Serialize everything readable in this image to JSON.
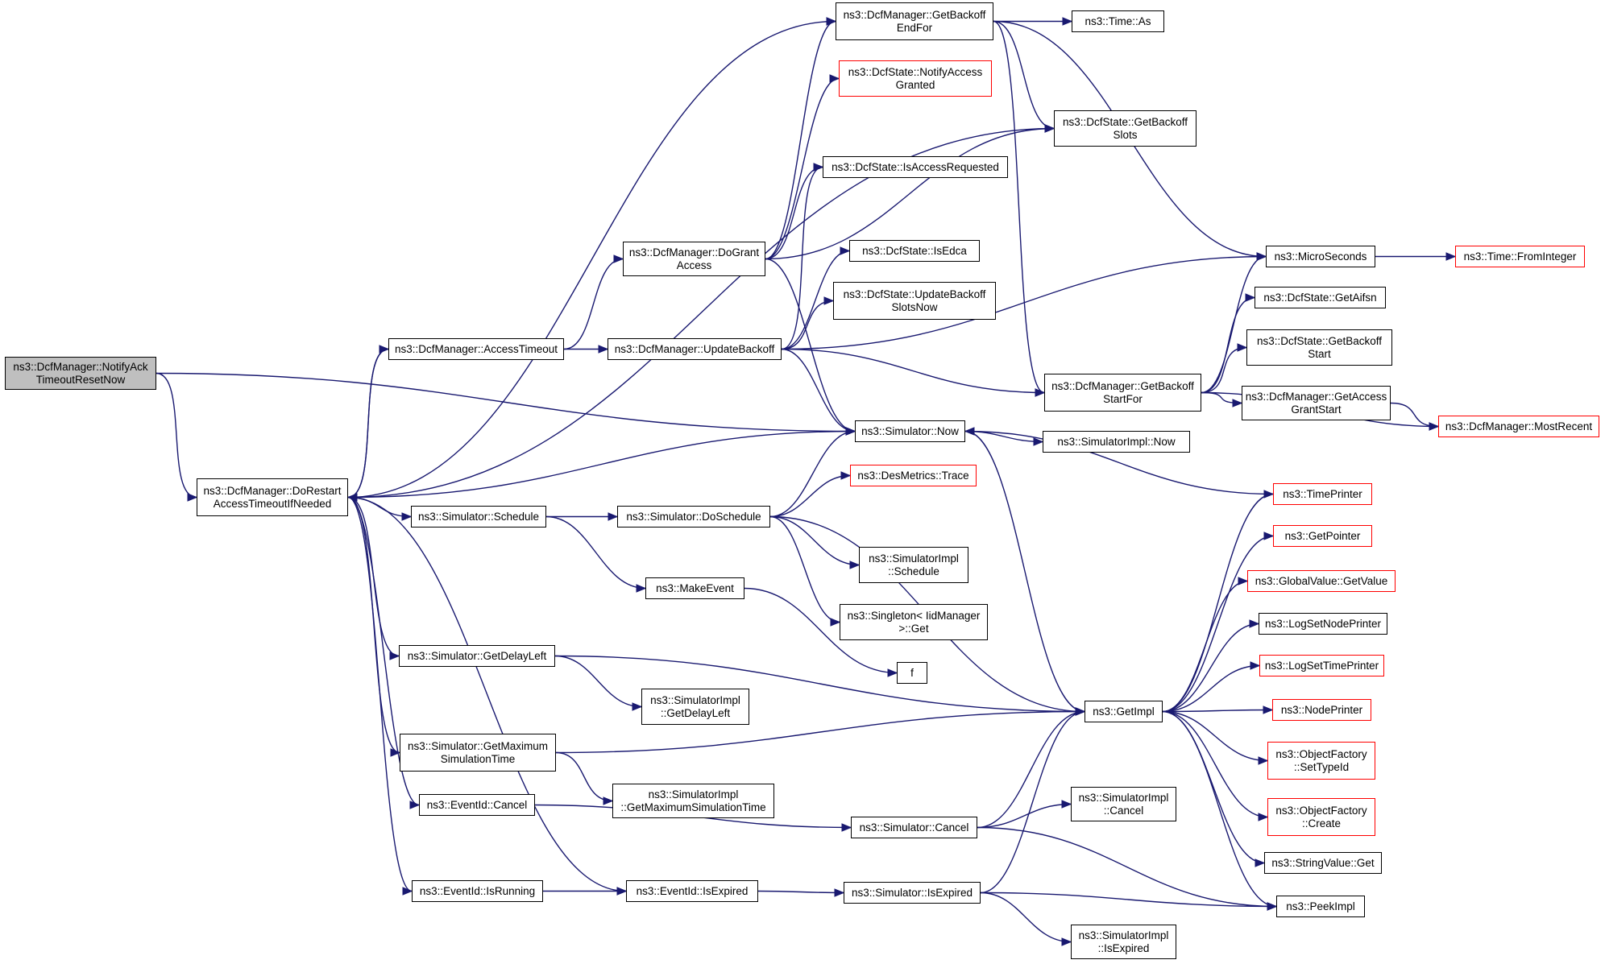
{
  "graph": {
    "edge_color": "#191970",
    "truncated_border_color": "#ff0000",
    "root_fill": "#bfbfbf",
    "nodes": [
      {
        "id": "n1",
        "label": "ns3::DcfManager::NotifyAck\nTimeoutResetNow",
        "root": true
      },
      {
        "id": "n2",
        "label": "ns3::DcfManager::DoRestart\nAccessTimeoutIfNeeded"
      },
      {
        "id": "n3",
        "label": "ns3::DcfManager::AccessTimeout"
      },
      {
        "id": "n4",
        "label": "ns3::DcfManager::DoGrant\nAccess"
      },
      {
        "id": "n5",
        "label": "ns3::DcfManager::UpdateBackoff"
      },
      {
        "id": "n6",
        "label": "ns3::DcfManager::GetBackoff\nEndFor"
      },
      {
        "id": "n7",
        "label": "ns3::DcfState::NotifyAccess\nGranted",
        "truncated": true
      },
      {
        "id": "n8",
        "label": "ns3::DcfState::IsAccessRequested"
      },
      {
        "id": "n9",
        "label": "ns3::DcfState::IsEdca"
      },
      {
        "id": "n10",
        "label": "ns3::DcfState::UpdateBackoff\nSlotsNow"
      },
      {
        "id": "n11",
        "label": "ns3::Simulator::Now"
      },
      {
        "id": "n12",
        "label": "ns3::DesMetrics::Trace",
        "truncated": true
      },
      {
        "id": "n13",
        "label": "ns3::Simulator::Schedule"
      },
      {
        "id": "n14",
        "label": "ns3::Simulator::DoSchedule"
      },
      {
        "id": "n15",
        "label": "ns3::MakeEvent"
      },
      {
        "id": "n16",
        "label": "ns3::SimulatorImpl\n::Schedule"
      },
      {
        "id": "n17",
        "label": "ns3::Singleton< IidManager\n>::Get"
      },
      {
        "id": "n18",
        "label": "f"
      },
      {
        "id": "n19",
        "label": "ns3::Simulator::GetDelayLeft"
      },
      {
        "id": "n20",
        "label": "ns3::SimulatorImpl\n::GetDelayLeft"
      },
      {
        "id": "n21",
        "label": "ns3::Simulator::GetMaximum\nSimulationTime"
      },
      {
        "id": "n22",
        "label": "ns3::SimulatorImpl\n::GetMaximumSimulationTime"
      },
      {
        "id": "n23",
        "label": "ns3::EventId::Cancel"
      },
      {
        "id": "n24",
        "label": "ns3::Simulator::Cancel"
      },
      {
        "id": "n25",
        "label": "ns3::SimulatorImpl\n::Cancel"
      },
      {
        "id": "n26",
        "label": "ns3::EventId::IsRunning"
      },
      {
        "id": "n27",
        "label": "ns3::EventId::IsExpired"
      },
      {
        "id": "n28",
        "label": "ns3::Simulator::IsExpired"
      },
      {
        "id": "n29",
        "label": "ns3::SimulatorImpl\n::IsExpired"
      },
      {
        "id": "n30",
        "label": "ns3::Time::As"
      },
      {
        "id": "n31",
        "label": "ns3::DcfState::GetBackoff\nSlots"
      },
      {
        "id": "n32",
        "label": "ns3::MicroSeconds"
      },
      {
        "id": "n33",
        "label": "ns3::Time::FromInteger",
        "truncated": true
      },
      {
        "id": "n34",
        "label": "ns3::DcfState::GetAifsn"
      },
      {
        "id": "n35",
        "label": "ns3::DcfState::GetBackoff\nStart"
      },
      {
        "id": "n36",
        "label": "ns3::DcfManager::GetBackoff\nStartFor"
      },
      {
        "id": "n37",
        "label": "ns3::DcfManager::GetAccess\nGrantStart"
      },
      {
        "id": "n38",
        "label": "ns3::DcfManager::MostRecent",
        "truncated": true
      },
      {
        "id": "n39",
        "label": "ns3::SimulatorImpl::Now"
      },
      {
        "id": "n40",
        "label": "ns3::TimePrinter",
        "truncated": true
      },
      {
        "id": "n41",
        "label": "ns3::GetPointer",
        "truncated": true
      },
      {
        "id": "n42",
        "label": "ns3::GlobalValue::GetValue",
        "truncated": true
      },
      {
        "id": "n43",
        "label": "ns3::LogSetNodePrinter"
      },
      {
        "id": "n44",
        "label": "ns3::LogSetTimePrinter",
        "truncated": true
      },
      {
        "id": "n45",
        "label": "ns3::NodePrinter",
        "truncated": true
      },
      {
        "id": "n46",
        "label": "ns3::ObjectFactory\n::SetTypeId",
        "truncated": true
      },
      {
        "id": "n47",
        "label": "ns3::ObjectFactory\n::Create",
        "truncated": true
      },
      {
        "id": "n48",
        "label": "ns3::StringValue::Get"
      },
      {
        "id": "n49",
        "label": "ns3::GetImpl"
      },
      {
        "id": "n50",
        "label": "ns3::PeekImpl"
      }
    ],
    "edges": [
      [
        "n1",
        "n2"
      ],
      [
        "n1",
        "n11"
      ],
      [
        "n2",
        "n3"
      ],
      [
        "n2",
        "n6"
      ],
      [
        "n2",
        "n31"
      ],
      [
        "n2",
        "n11"
      ],
      [
        "n2",
        "n13"
      ],
      [
        "n2",
        "n19"
      ],
      [
        "n2",
        "n21"
      ],
      [
        "n2",
        "n23"
      ],
      [
        "n2",
        "n26"
      ],
      [
        "n2",
        "n27"
      ],
      [
        "n3",
        "n2"
      ],
      [
        "n3",
        "n4"
      ],
      [
        "n3",
        "n5"
      ],
      [
        "n4",
        "n6"
      ],
      [
        "n4",
        "n7"
      ],
      [
        "n4",
        "n31"
      ],
      [
        "n4",
        "n8"
      ],
      [
        "n4",
        "n11"
      ],
      [
        "n5",
        "n8"
      ],
      [
        "n5",
        "n9"
      ],
      [
        "n5",
        "n10"
      ],
      [
        "n5",
        "n32"
      ],
      [
        "n5",
        "n36"
      ],
      [
        "n5",
        "n11"
      ],
      [
        "n6",
        "n30"
      ],
      [
        "n6",
        "n31"
      ],
      [
        "n6",
        "n32"
      ],
      [
        "n6",
        "n36"
      ],
      [
        "n36",
        "n32"
      ],
      [
        "n36",
        "n34"
      ],
      [
        "n36",
        "n35"
      ],
      [
        "n36",
        "n37"
      ],
      [
        "n36",
        "n38"
      ],
      [
        "n37",
        "n38"
      ],
      [
        "n32",
        "n33"
      ],
      [
        "n11",
        "n39"
      ],
      [
        "n11",
        "n49"
      ],
      [
        "n13",
        "n14"
      ],
      [
        "n13",
        "n15"
      ],
      [
        "n14",
        "n11"
      ],
      [
        "n14",
        "n12"
      ],
      [
        "n14",
        "n16"
      ],
      [
        "n14",
        "n17"
      ],
      [
        "n14",
        "n49"
      ],
      [
        "n15",
        "n18"
      ],
      [
        "n19",
        "n20"
      ],
      [
        "n19",
        "n49"
      ],
      [
        "n21",
        "n22"
      ],
      [
        "n21",
        "n49"
      ],
      [
        "n23",
        "n24"
      ],
      [
        "n24",
        "n25"
      ],
      [
        "n24",
        "n49"
      ],
      [
        "n24",
        "n50"
      ],
      [
        "n26",
        "n27"
      ],
      [
        "n27",
        "n28"
      ],
      [
        "n28",
        "n29"
      ],
      [
        "n28",
        "n49"
      ],
      [
        "n28",
        "n50"
      ],
      [
        "n40",
        "n11"
      ],
      [
        "n49",
        "n40"
      ],
      [
        "n49",
        "n41"
      ],
      [
        "n49",
        "n42"
      ],
      [
        "n49",
        "n43"
      ],
      [
        "n49",
        "n44"
      ],
      [
        "n49",
        "n45"
      ],
      [
        "n49",
        "n46"
      ],
      [
        "n49",
        "n47"
      ],
      [
        "n49",
        "n48"
      ],
      [
        "n49",
        "n50"
      ]
    ]
  }
}
